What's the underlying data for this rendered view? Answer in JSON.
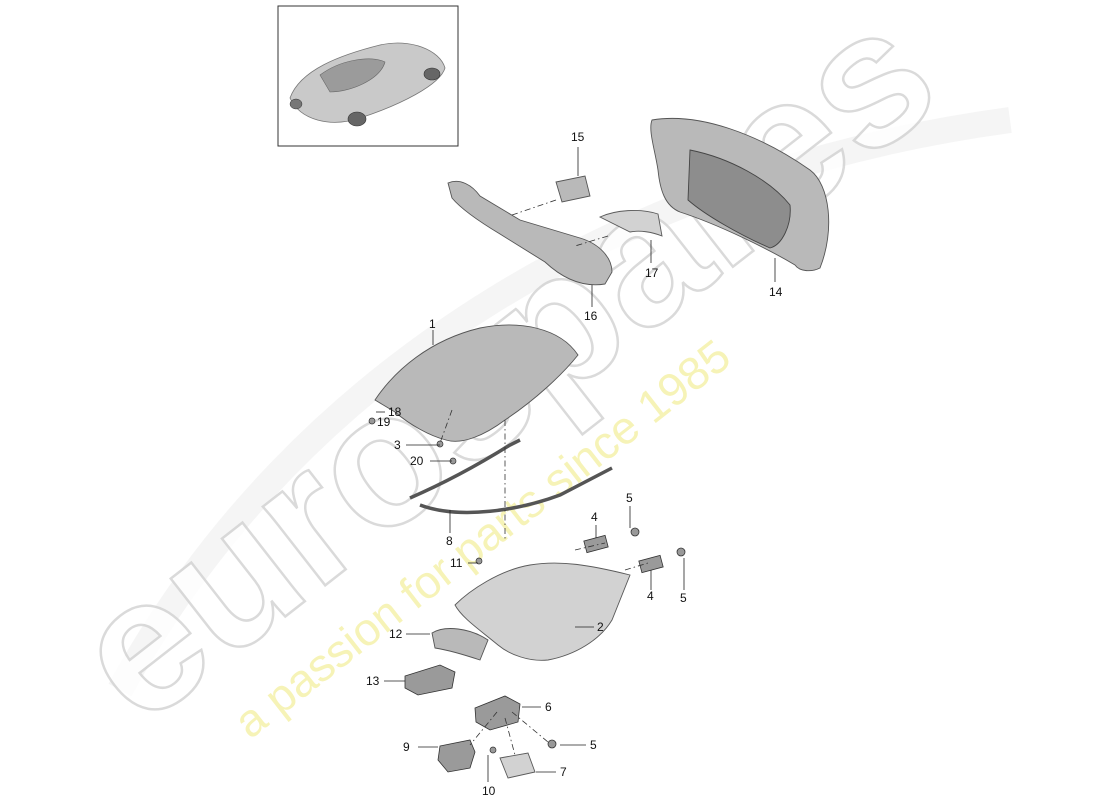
{
  "watermark": {
    "logo": "eurospares",
    "tagline": "a passion for parts since 1985"
  },
  "labels": [
    "1",
    "2",
    "3",
    "4",
    "4",
    "5",
    "5",
    "5",
    "6",
    "7",
    "8",
    "9",
    "10",
    "11",
    "12",
    "13",
    "14",
    "15",
    "16",
    "17",
    "18",
    "19",
    "20"
  ],
  "colors": {
    "part_fill": "#b9b9b9",
    "line": "#222222",
    "watermark_tag": "#f3ee9a"
  }
}
